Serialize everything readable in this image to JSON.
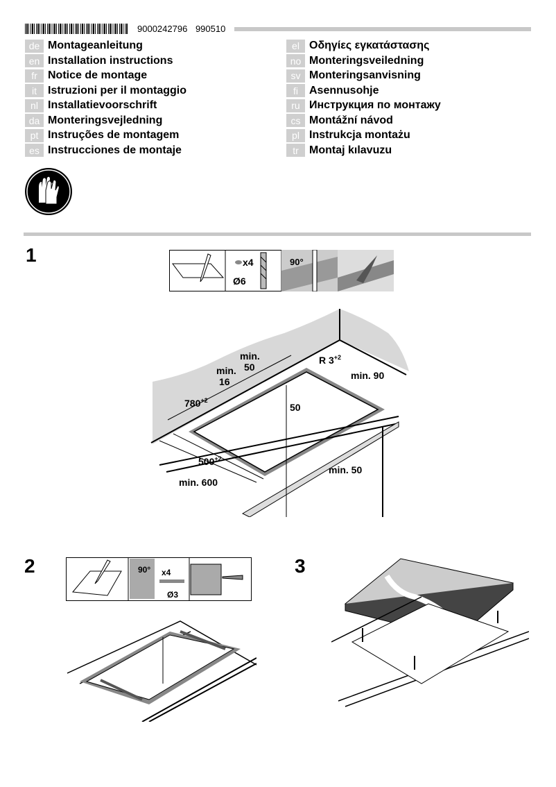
{
  "header": {
    "document_number": "9000242796",
    "revision": "990510"
  },
  "languages_left": [
    {
      "code": "de",
      "title": "Montageanleitung"
    },
    {
      "code": "en",
      "title": "Installation instructions"
    },
    {
      "code": "fr",
      "title": "Notice de montage"
    },
    {
      "code": "it",
      "title": "Istruzioni per il montaggio"
    },
    {
      "code": "nl",
      "title": "Installatievoorschrift"
    },
    {
      "code": "da",
      "title": "Monteringsvejledning"
    },
    {
      "code": "pt",
      "title": "Instruções de montagem"
    },
    {
      "code": "es",
      "title": "Instrucciones de montaje"
    }
  ],
  "languages_right": [
    {
      "code": "el",
      "title": "Οδηγίες εγκατάστασης"
    },
    {
      "code": "no",
      "title": "Monteringsveiledning"
    },
    {
      "code": "sv",
      "title": "Monteringsanvisning"
    },
    {
      "code": "fi",
      "title": "Asennusohje"
    },
    {
      "code": "ru",
      "title": "Инструкция по монтажу"
    },
    {
      "code": "cs",
      "title": "Montážní návod"
    },
    {
      "code": "pl",
      "title": "Instrukcja montażu"
    },
    {
      "code": "tr",
      "title": "Montaj kılavuzu"
    }
  ],
  "safety_icon": "gloves-icon",
  "step1": {
    "number": "1",
    "tools": {
      "screws": "x4",
      "drill": "Ø6",
      "angle": "90°"
    },
    "dims": {
      "min50_top_a": "min.",
      "min50_top_b": "50",
      "min16_a": "min.",
      "min16_b": "16",
      "radius": "R 3",
      "radius_tol": "+2",
      "min90": "min. 90",
      "width": "780",
      "width_tol": "+2",
      "depth_50": "50",
      "depth": "500",
      "depth_tol": "+2",
      "front_min50": "min. 50",
      "min600": "min. 600"
    }
  },
  "step2": {
    "number": "2",
    "tools": {
      "angle": "90°",
      "screws": "x4",
      "drill": "Ø3"
    }
  },
  "step3": {
    "number": "3"
  }
}
